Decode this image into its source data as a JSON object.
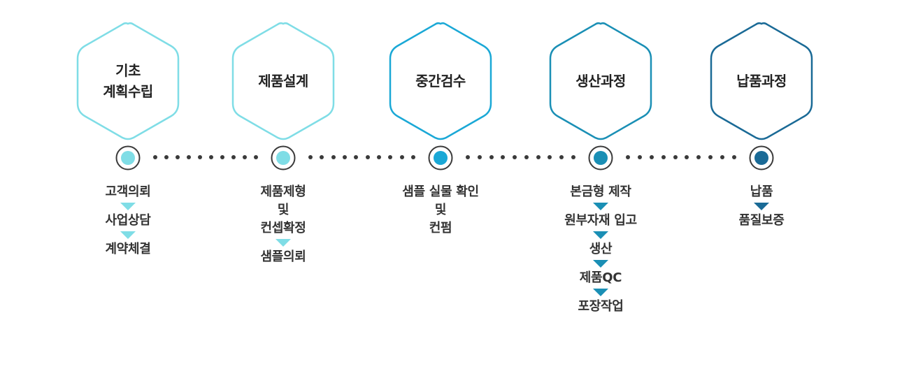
{
  "stages": [
    {
      "title": "기초\n계획수립",
      "color": "#7fdde6",
      "steps": [
        "고객의뢰",
        "사업상담",
        "계약체결"
      ]
    },
    {
      "title": "제품설계",
      "color": "#7fdde6",
      "steps": [
        "제품제형\n및\n컨셉확정",
        "샘플의뢰"
      ]
    },
    {
      "title": "중간검수",
      "color": "#1aa8d6",
      "steps": [
        "샘플 실물 확인\n및\n컨펌"
      ]
    },
    {
      "title": "생산과정",
      "color": "#1a8fb5",
      "steps": [
        "본금형 제작",
        "원부자재 입고",
        "생산",
        "제품QC",
        "포장작업"
      ]
    },
    {
      "title": "납품과정",
      "color": "#1a6a96",
      "steps": [
        "납품",
        "품질보증"
      ]
    }
  ]
}
